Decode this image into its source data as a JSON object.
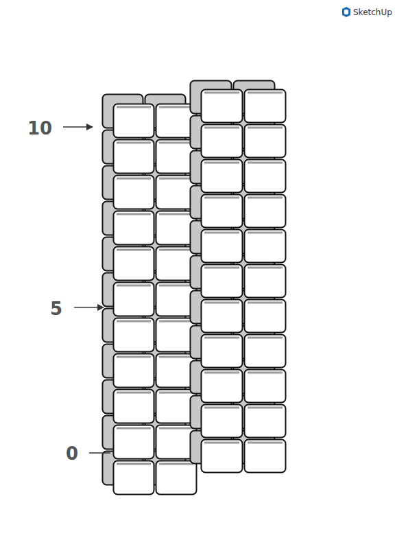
{
  "diagram": {
    "labels": [
      "10",
      "5",
      "0",
      "SketchUp"
    ]
  }
}
